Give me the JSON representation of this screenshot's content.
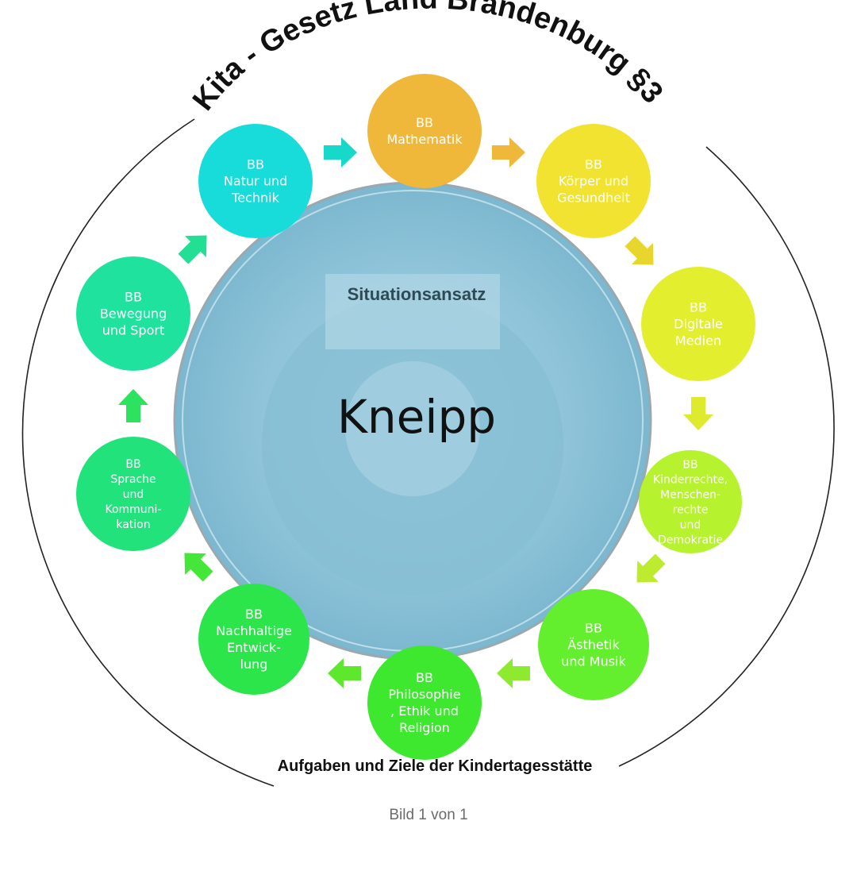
{
  "title": "Kita - Gesetz Land Brandenburg §3",
  "inner_ring_label": "Situationsansatz",
  "center_label": "Kneipp",
  "bottom_label": "Aufgaben und Ziele der Kindertagesstätte",
  "caption": "Bild 1 von 1",
  "nodes": [
    {
      "id": "mathematik",
      "lines": [
        "BB",
        "Mathematik"
      ],
      "color": "#F0B83A"
    },
    {
      "id": "koerper",
      "lines": [
        "BB",
        "Körper und",
        "Gesundheit"
      ],
      "color": "#F2E330"
    },
    {
      "id": "digitale-medien",
      "lines": [
        "BB",
        "Digitale",
        "Medien"
      ],
      "color": "#E2EE2E"
    },
    {
      "id": "kinderrechte",
      "lines": [
        "BB",
        "Kinderrechte,",
        "Menschen-",
        "rechte",
        "und",
        "Demokratie"
      ],
      "color": "#B7F22E"
    },
    {
      "id": "aesthetik",
      "lines": [
        "BB",
        "Ästhetik",
        "und Musik"
      ],
      "color": "#63EE2E"
    },
    {
      "id": "philosophie",
      "lines": [
        "BB",
        "Philosophie",
        ", Ethik und",
        "Religion"
      ],
      "color": "#3DE82F"
    },
    {
      "id": "nachhaltige",
      "lines": [
        "BB",
        "Nachhaltige",
        "Entwick-",
        "lung"
      ],
      "color": "#2BE54B"
    },
    {
      "id": "sprache",
      "lines": [
        "BB",
        "Sprache",
        "und",
        "Kommuni-",
        "kation"
      ],
      "color": "#22E27C"
    },
    {
      "id": "bewegung",
      "lines": [
        "BB",
        "Bewegung",
        "und Sport"
      ],
      "color": "#1FE29E"
    },
    {
      "id": "natur",
      "lines": [
        "BB",
        "Natur und",
        "Technik"
      ],
      "color": "#17DCD9"
    }
  ],
  "arrow_colors": [
    "#F0B83A",
    "#E8D62E",
    "#DDEA2E",
    "#BDEC2E",
    "#8EEA2E",
    "#5DE82E",
    "#45E63A",
    "#2CE25F",
    "#22DF93",
    "#16D9C9"
  ]
}
